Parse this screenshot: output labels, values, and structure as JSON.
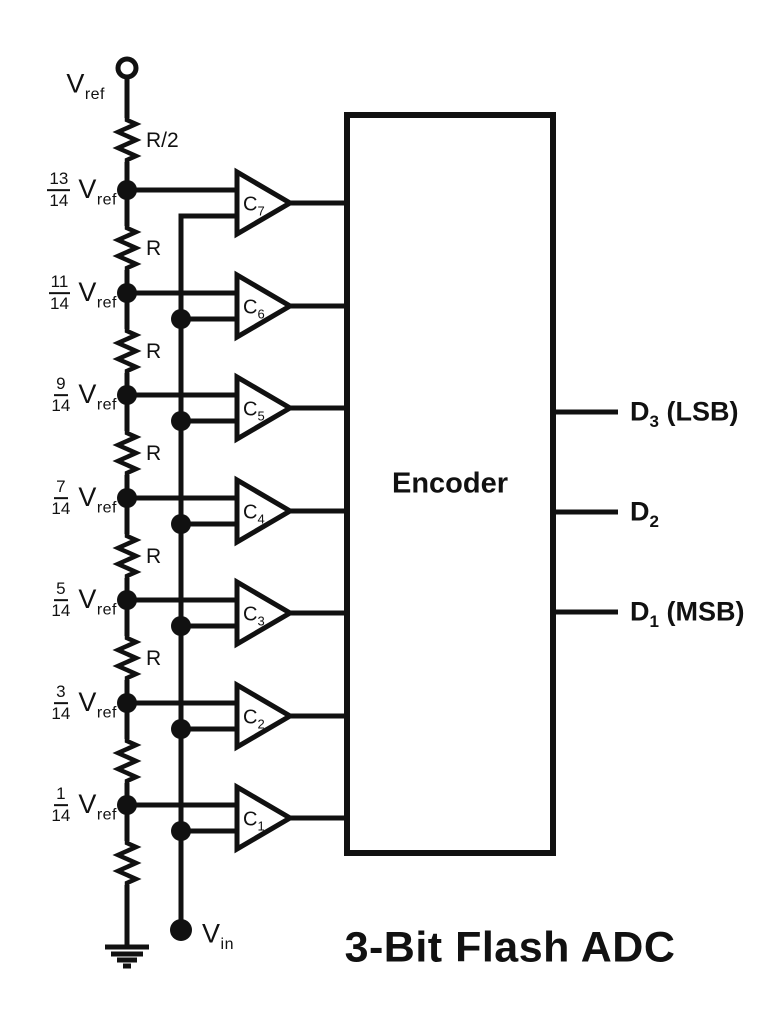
{
  "title": "3-Bit Flash ADC",
  "colors": {
    "ink": "#111111",
    "background": "#ffffff"
  },
  "labels": {
    "vref": {
      "base": "V",
      "sub": "ref"
    },
    "vin": {
      "base": "V",
      "sub": "in"
    },
    "encoder": "Encoder"
  },
  "ladder": {
    "resistor_labels": [
      "R/2",
      "R",
      "R",
      "R",
      "R",
      "R"
    ],
    "taps": [
      {
        "num": "13",
        "den": "14",
        "base": "V",
        "sub": "ref"
      },
      {
        "num": "11",
        "den": "14",
        "base": "V",
        "sub": "ref"
      },
      {
        "num": "9",
        "den": "14",
        "base": "V",
        "sub": "ref"
      },
      {
        "num": "7",
        "den": "14",
        "base": "V",
        "sub": "ref"
      },
      {
        "num": "5",
        "den": "14",
        "base": "V",
        "sub": "ref"
      },
      {
        "num": "3",
        "den": "14",
        "base": "V",
        "sub": "ref"
      },
      {
        "num": "1",
        "den": "14",
        "base": "V",
        "sub": "ref"
      }
    ]
  },
  "comparators": [
    {
      "base": "C",
      "sub": "7"
    },
    {
      "base": "C",
      "sub": "6"
    },
    {
      "base": "C",
      "sub": "5"
    },
    {
      "base": "C",
      "sub": "4"
    },
    {
      "base": "C",
      "sub": "3"
    },
    {
      "base": "C",
      "sub": "2"
    },
    {
      "base": "C",
      "sub": "1"
    }
  ],
  "outputs": [
    {
      "base": "D",
      "sub": "3",
      "suffix": " (LSB)"
    },
    {
      "base": "D",
      "sub": "2",
      "suffix": ""
    },
    {
      "base": "D",
      "sub": "1",
      "suffix": " (MSB)"
    }
  ]
}
